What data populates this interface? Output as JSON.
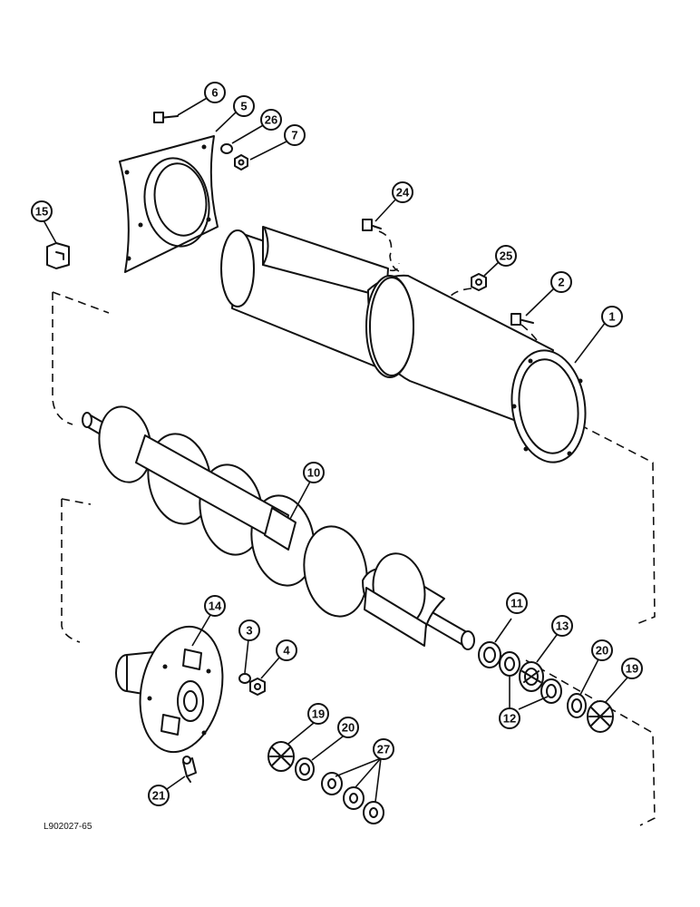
{
  "drawing": {
    "reference": "L902027-65",
    "callouts": [
      {
        "id": "c6",
        "label": "6"
      },
      {
        "id": "c5",
        "label": "5"
      },
      {
        "id": "c26",
        "label": "26"
      },
      {
        "id": "c7",
        "label": "7"
      },
      {
        "id": "c15",
        "label": "15"
      },
      {
        "id": "c24",
        "label": "24"
      },
      {
        "id": "c25",
        "label": "25"
      },
      {
        "id": "c2",
        "label": "2"
      },
      {
        "id": "c1",
        "label": "1"
      },
      {
        "id": "c10",
        "label": "10"
      },
      {
        "id": "c14",
        "label": "14"
      },
      {
        "id": "c3",
        "label": "3"
      },
      {
        "id": "c4",
        "label": "4"
      },
      {
        "id": "c11",
        "label": "11"
      },
      {
        "id": "c13",
        "label": "13"
      },
      {
        "id": "c20a",
        "label": "20"
      },
      {
        "id": "c19a",
        "label": "19"
      },
      {
        "id": "c12",
        "label": "12"
      },
      {
        "id": "c19b",
        "label": "19"
      },
      {
        "id": "c20b",
        "label": "20"
      },
      {
        "id": "c27",
        "label": "27"
      },
      {
        "id": "c21",
        "label": "21"
      }
    ]
  }
}
